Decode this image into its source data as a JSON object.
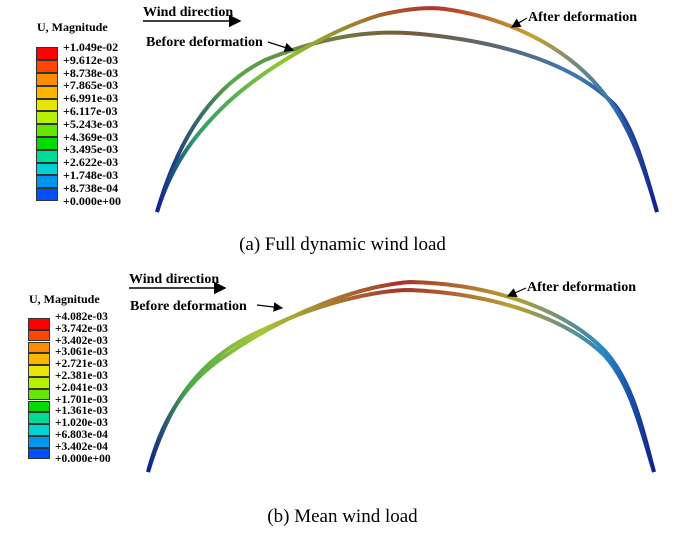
{
  "panels": [
    {
      "id": "a",
      "legend_title": "U, Magnitude",
      "legend_values": [
        "+1.049e-02",
        "+9.612e-03",
        "+8.738e-03",
        "+7.865e-03",
        "+6.991e-03",
        "+6.117e-03",
        "+5.243e-03",
        "+4.369e-03",
        "+3.495e-03",
        "+2.622e-03",
        "+1.748e-03",
        "+8.738e-04",
        "+0.000e+00"
      ],
      "wind_direction": "Wind direction",
      "before_label": "Before deformation",
      "after_label": "After deformation",
      "caption": "(a) Full dynamic wind load"
    },
    {
      "id": "b",
      "legend_title": "U, Magnitude",
      "legend_values": [
        "+4.082e-03",
        "+3.742e-03",
        "+3.402e-03",
        "+3.061e-03",
        "+2.721e-03",
        "+2.381e-03",
        "+2.041e-03",
        "+1.701e-03",
        "+1.361e-03",
        "+1.020e-03",
        "+6.803e-04",
        "+3.402e-04",
        "+0.000e+00"
      ],
      "wind_direction": "Wind direction",
      "before_label": "Before deformation",
      "after_label": "After deformation",
      "caption": "(b) Mean wind load"
    }
  ],
  "colors": {
    "contour_scale": [
      "#ff0000",
      "#ff4500",
      "#ff8c00",
      "#ffb400",
      "#e6e600",
      "#b4f000",
      "#64e600",
      "#00dc00",
      "#00dc96",
      "#00d2d2",
      "#0096f0",
      "#0050ff",
      "#0000ff"
    ],
    "arch_high": "#c0392b",
    "arch_mid": "#7fbf3f",
    "arch_low": "#1f3f9f"
  }
}
